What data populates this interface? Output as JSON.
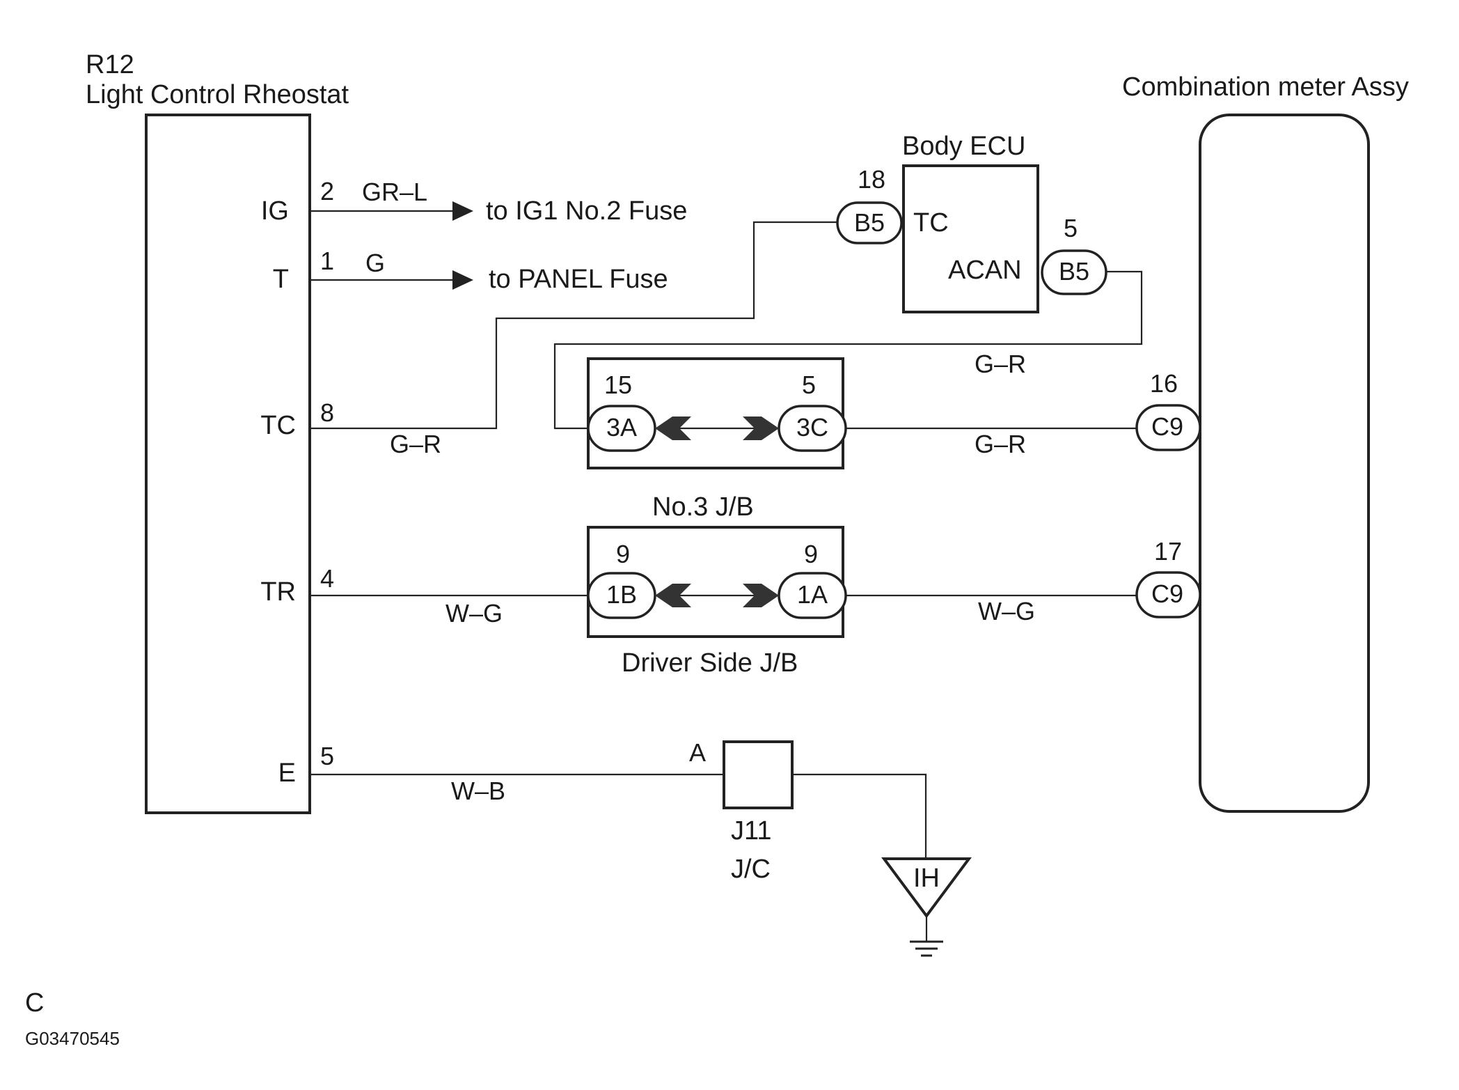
{
  "rheostat": {
    "code": "R12",
    "title": "Light Control Rheostat",
    "terminals": [
      "IG",
      "T",
      "TC",
      "TR",
      "E"
    ],
    "pins": [
      "2",
      "1",
      "8",
      "4",
      "5"
    ]
  },
  "wires": {
    "ig": "GR–L",
    "t": "G",
    "tc_left": "G–R",
    "ecu_return": "G–R",
    "meter_16": "G–R",
    "tr_left": "W–G",
    "meter_17": "W–G",
    "e": "W–B"
  },
  "destinations": {
    "ig": "to IG1 No.2 Fuse",
    "t": "to PANEL Fuse"
  },
  "body_ecu": {
    "title": "Body ECU",
    "term_tc": "TC",
    "term_acan": "ACAN",
    "pin_tc": "18",
    "pin_acan": "5",
    "conn_tc": "B5",
    "conn_acan": "B5"
  },
  "jb3": {
    "name": "No.3 J/B",
    "left_pin": "15",
    "left_conn": "3A",
    "right_pin": "5",
    "right_conn": "3C"
  },
  "jb_driver": {
    "name": "Driver Side J/B",
    "left_pin": "9",
    "left_conn": "1B",
    "right_pin": "9",
    "right_conn": "1A"
  },
  "meter": {
    "title": "Combination meter Assy",
    "pin_upper": "16",
    "conn_upper": "C9",
    "pin_lower": "17",
    "conn_lower": "C9"
  },
  "junction": {
    "pin": "A",
    "code": "J11",
    "type": "J/C"
  },
  "ground": {
    "label": "IH"
  },
  "footer": {
    "letter": "C",
    "code": "G03470545"
  }
}
